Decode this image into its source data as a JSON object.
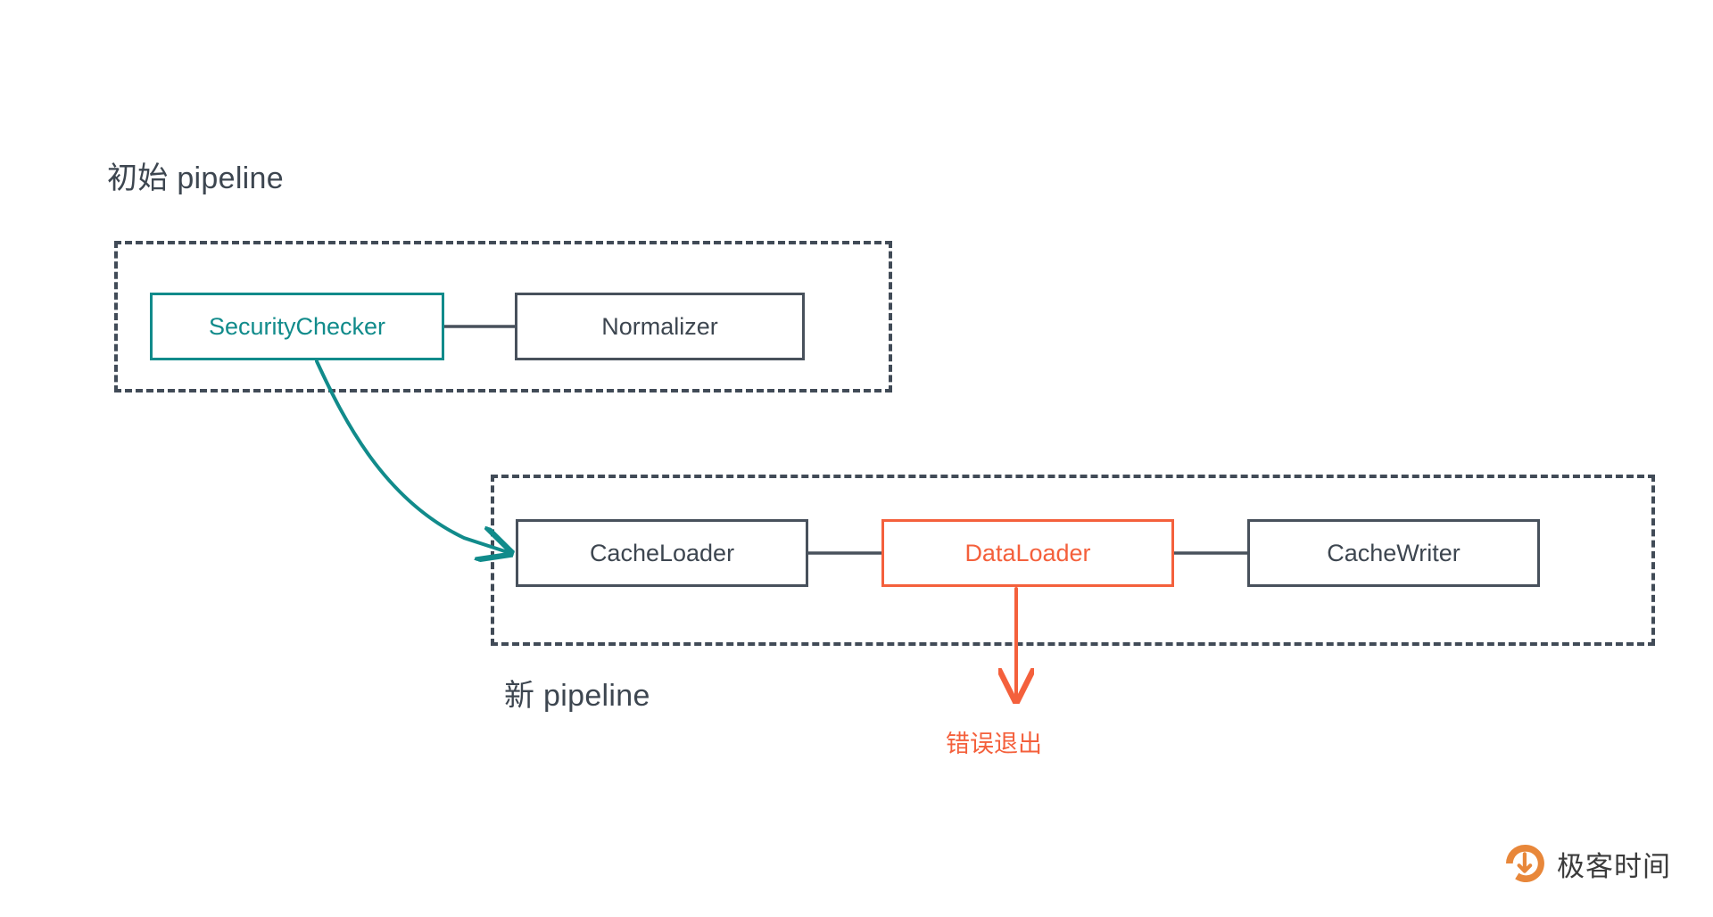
{
  "diagram": {
    "title_initial": "初始 pipeline",
    "title_new": "新 pipeline",
    "error_exit_label": "错误退出"
  },
  "colors": {
    "neutral": "#48515C",
    "teal": "#118B8B",
    "danger": "#F4603C",
    "text": "#3D4650",
    "brand_orange": "#E8873A"
  },
  "groups": [
    {
      "id": "initial-pipeline",
      "caption": "初始 pipeline",
      "stages": [
        "SecurityChecker",
        "Normalizer"
      ]
    },
    {
      "id": "new-pipeline",
      "caption": "新 pipeline",
      "stages": [
        "CacheLoader",
        "DataLoader",
        "CacheWriter"
      ]
    }
  ],
  "stages": {
    "security_checker": "SecurityChecker",
    "normalizer": "Normalizer",
    "cache_loader": "CacheLoader",
    "data_loader": "DataLoader",
    "cache_writer": "CacheWriter"
  },
  "connectors": [
    {
      "from": "SecurityChecker",
      "to": "Normalizer",
      "style": "solid",
      "color": "#48515C"
    },
    {
      "from": "CacheLoader",
      "to": "DataLoader",
      "style": "solid",
      "color": "#48515C"
    },
    {
      "from": "DataLoader",
      "to": "CacheWriter",
      "style": "solid",
      "color": "#48515C"
    },
    {
      "from": "SecurityChecker",
      "to": "CacheLoader",
      "style": "curved-arrow",
      "color": "#118B8B"
    },
    {
      "from": "DataLoader",
      "to": "错误退出",
      "style": "arrow-down",
      "color": "#F4603C"
    }
  ],
  "brand": {
    "name": "极客时间"
  }
}
